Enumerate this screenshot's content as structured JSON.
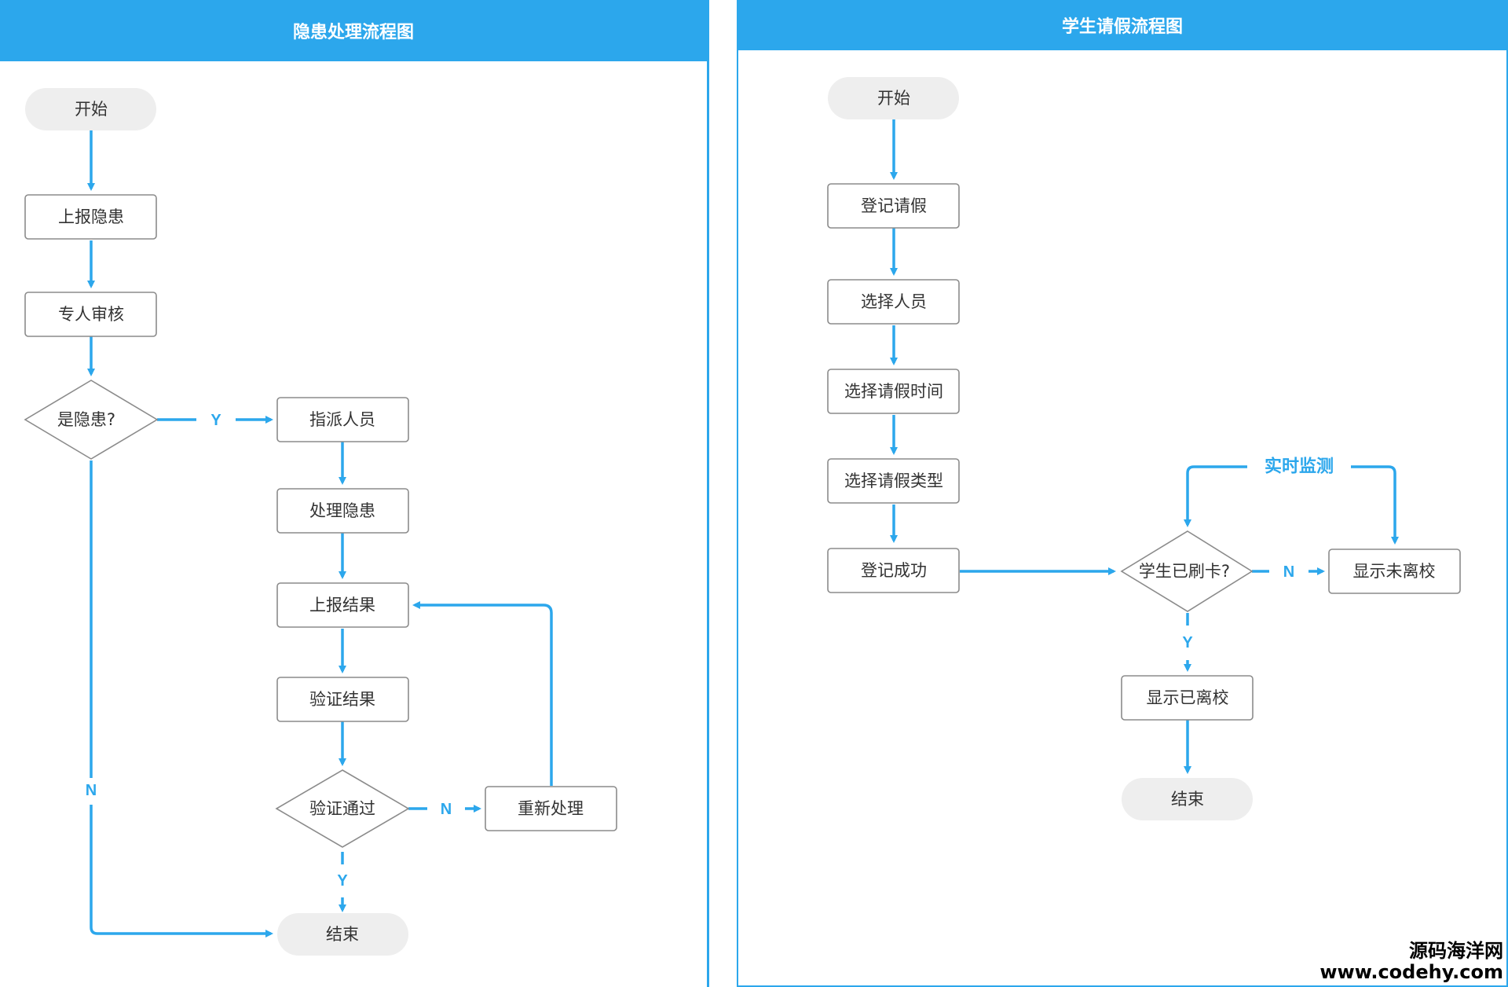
{
  "left_panel": {
    "title": "隐患处理流程图",
    "nodes": {
      "start": "开始",
      "report": "上报隐患",
      "review": "专人审核",
      "is_hazard": "是隐患?",
      "assign": "指派人员",
      "handle": "处理隐患",
      "report_result": "上报结果",
      "verify": "验证结果",
      "verify_pass": "验证通过",
      "reprocess": "重新处理",
      "end": "结束"
    },
    "edge_labels": {
      "y1": "Y",
      "n1": "N",
      "n2": "N",
      "y2": "Y"
    }
  },
  "right_panel": {
    "title": "学生请假流程图",
    "nodes": {
      "start": "开始",
      "register": "登记请假",
      "select_person": "选择人员",
      "select_time": "选择请假时间",
      "select_type": "选择请假类型",
      "register_ok": "登记成功",
      "swiped": "学生已刷卡?",
      "not_left": "显示未离校",
      "left": "显示已离校",
      "end": "结束"
    },
    "edge_labels": {
      "n": "N",
      "y": "Y",
      "monitor": "实时监测"
    }
  },
  "watermark": {
    "name": "源码海洋网",
    "url": "www.codehy.com"
  },
  "colors": {
    "accent": "#2ca7ec",
    "node_border": "#8b8b8b",
    "terminal_fill": "#eeeeee"
  }
}
